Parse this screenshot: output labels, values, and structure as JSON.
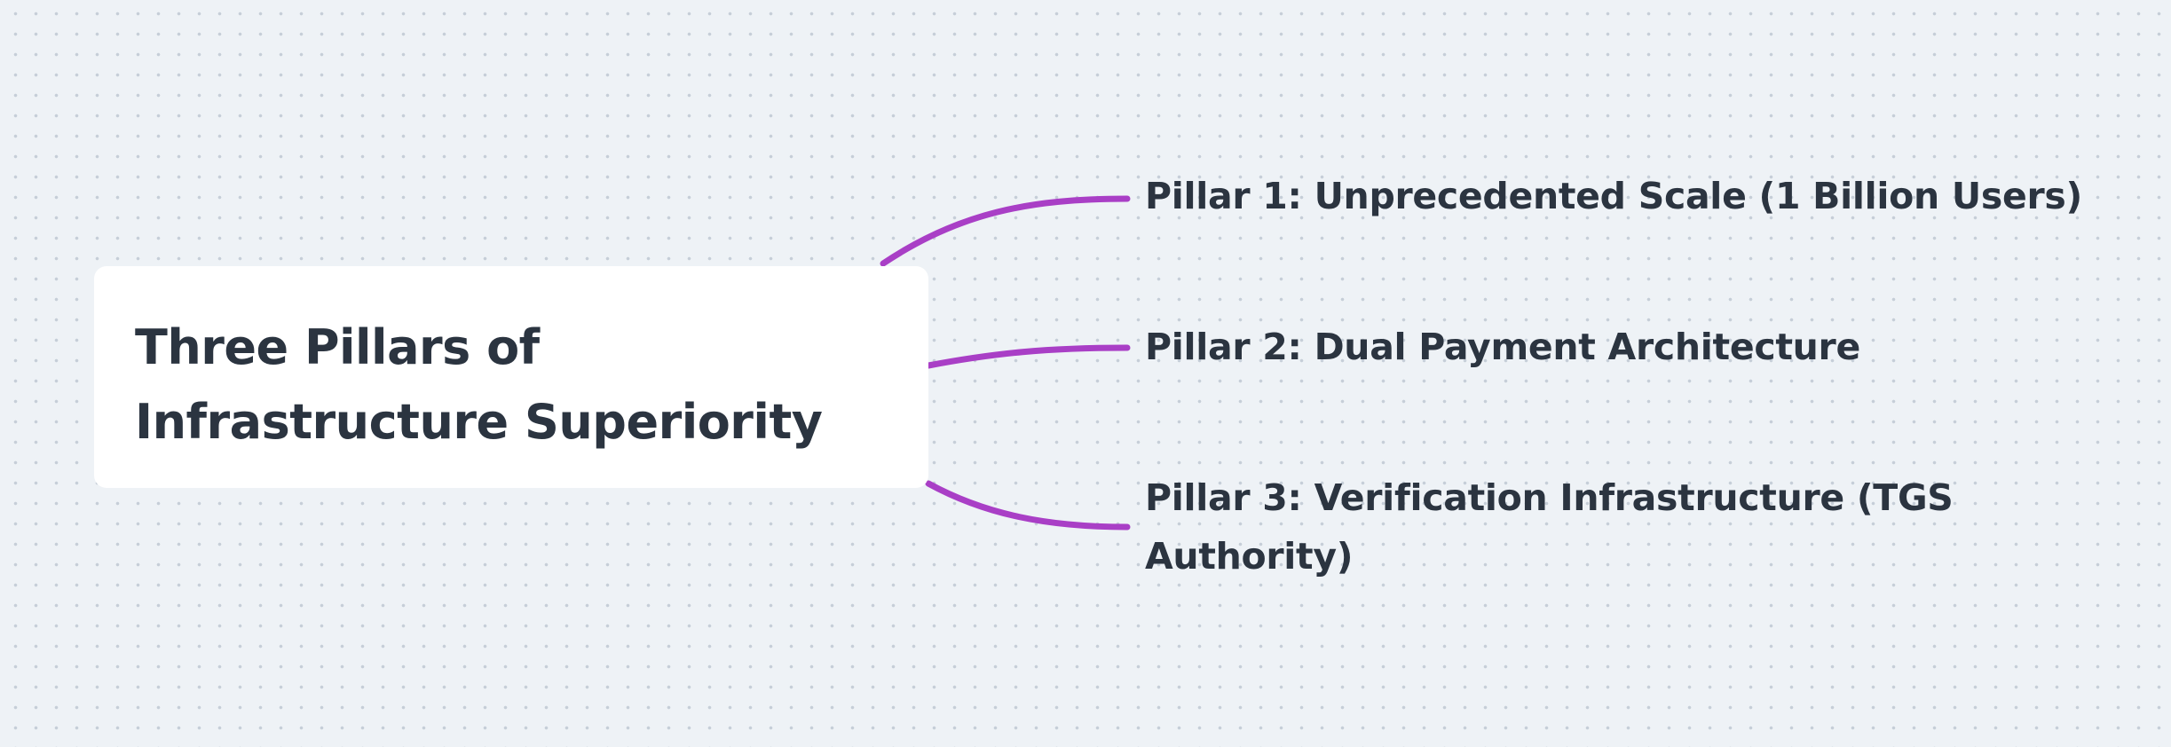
{
  "mindmap": {
    "root": {
      "title": "Three Pillars of Infrastructure Superiority"
    },
    "branches": [
      {
        "label": "Pillar 1: Unprecedented Scale (1 Billion Users)"
      },
      {
        "label": "Pillar 2: Dual Payment Architecture"
      },
      {
        "label": "Pillar 3: Verification Infrastructure (TGS Authority)"
      }
    ]
  },
  "colors": {
    "connector": "#a93fc6",
    "text": "#2b3440",
    "node_background": "#ffffff",
    "canvas_background": "#eef2f6",
    "grid_dot": "#c6ced8"
  }
}
